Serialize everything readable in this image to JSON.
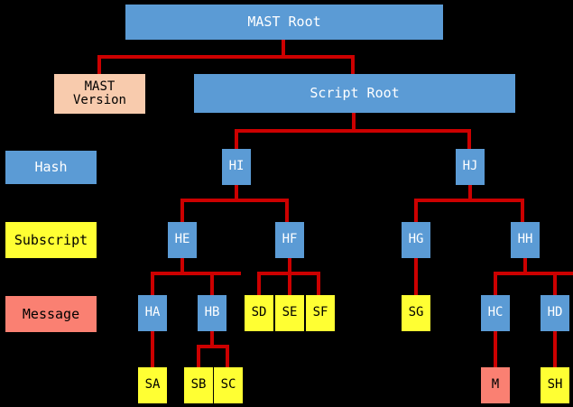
{
  "diagram": {
    "title": "MAST Root",
    "background": "#000000",
    "colors": {
      "hash": "#5B9BD5",
      "subscript": "#FFFF33",
      "message": "#FA8072",
      "version": "#F8CBAD",
      "edge": "#CC0000",
      "hash_text": "#FFFFFF",
      "other_text": "#000000"
    }
  },
  "legend": {
    "items": [
      {
        "label": "Hash",
        "kind": "hash"
      },
      {
        "label": "Subscript",
        "kind": "subscript"
      },
      {
        "label": "Message",
        "kind": "message"
      }
    ]
  },
  "nodes": {
    "mast_root": {
      "label": "MAST Root",
      "kind": "hash"
    },
    "mast_version": {
      "label": "MAST\nVersion",
      "kind": "version"
    },
    "script_root": {
      "label": "Script Root",
      "kind": "hash"
    },
    "hi": {
      "label": "HI",
      "kind": "hash"
    },
    "hj": {
      "label": "HJ",
      "kind": "hash"
    },
    "he": {
      "label": "HE",
      "kind": "hash"
    },
    "hf": {
      "label": "HF",
      "kind": "hash"
    },
    "hg": {
      "label": "HG",
      "kind": "hash"
    },
    "hh": {
      "label": "HH",
      "kind": "hash"
    },
    "ha": {
      "label": "HA",
      "kind": "hash"
    },
    "hb": {
      "label": "HB",
      "kind": "hash"
    },
    "sd": {
      "label": "SD",
      "kind": "subscript"
    },
    "se": {
      "label": "SE",
      "kind": "subscript"
    },
    "sf": {
      "label": "SF",
      "kind": "subscript"
    },
    "sg": {
      "label": "SG",
      "kind": "subscript"
    },
    "hc": {
      "label": "HC",
      "kind": "hash"
    },
    "hd": {
      "label": "HD",
      "kind": "hash"
    },
    "sa": {
      "label": "SA",
      "kind": "subscript"
    },
    "sb": {
      "label": "SB",
      "kind": "subscript"
    },
    "sc": {
      "label": "SC",
      "kind": "subscript"
    },
    "m": {
      "label": "M",
      "kind": "message"
    },
    "sh": {
      "label": "SH",
      "kind": "subscript"
    }
  },
  "tree": {
    "edges": [
      {
        "from": "mast_root",
        "to": "mast_version"
      },
      {
        "from": "mast_root",
        "to": "script_root"
      },
      {
        "from": "script_root",
        "to": "hi"
      },
      {
        "from": "script_root",
        "to": "hj"
      },
      {
        "from": "hi",
        "to": "he"
      },
      {
        "from": "hi",
        "to": "hf"
      },
      {
        "from": "hj",
        "to": "hg"
      },
      {
        "from": "hj",
        "to": "hh"
      },
      {
        "from": "he",
        "to": "ha"
      },
      {
        "from": "he",
        "to": "hb"
      },
      {
        "from": "hf",
        "to": "sd"
      },
      {
        "from": "hf",
        "to": "se"
      },
      {
        "from": "hf",
        "to": "sf"
      },
      {
        "from": "hg",
        "to": "sg"
      },
      {
        "from": "hh",
        "to": "hc"
      },
      {
        "from": "hh",
        "to": "hd"
      },
      {
        "from": "ha",
        "to": "sa"
      },
      {
        "from": "hb",
        "to": "sb"
      },
      {
        "from": "hb",
        "to": "sc"
      },
      {
        "from": "hc",
        "to": "m"
      },
      {
        "from": "hd",
        "to": "sh"
      }
    ]
  }
}
